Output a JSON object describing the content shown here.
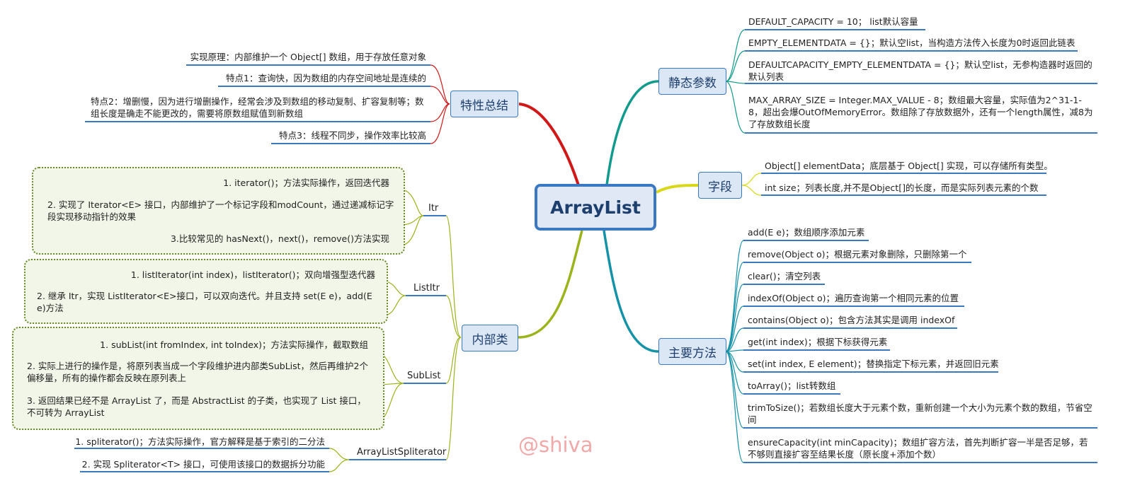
{
  "root": "ArrayList",
  "watermark": "@shiva",
  "branches": {
    "static_params": "静态参数",
    "fields": "字段",
    "main_methods": "主要方法",
    "features": "特性总结",
    "inner_classes": "内部类"
  },
  "static_params": [
    "DEFAULT_CAPACITY = 10； list默认容量",
    "EMPTY_ELEMENTDATA = {}；默认空list，当构造方法传入长度为0时返回此链表",
    "DEFAULTCAPACITY_EMPTY_ELEMENTDATA = {}；默认空list，无参构造器时返回的默认列表",
    "MAX_ARRAY_SIZE = Integer.MAX_VALUE - 8；数组最大容量，实际值为2^31-1-8，超出会爆OutOfMemoryError。数组除了存放数据外，还有一个length属性，减8为了存放数组长度"
  ],
  "fields": [
    "Object[] elementData；底层基于 Object[] 实现，可以存储所有类型。",
    "int size；列表长度,并不是Object[]的长度，而是实际列表元素的个数"
  ],
  "main_methods": [
    "add(E e)；数组顺序添加元素",
    "remove(Object o)；根据元素对象删除，只删除第一个",
    "clear()；清空列表",
    "indexOf(Object o)；遍历查询第一个相同元素的位置",
    "contains(Object o)；包含方法其实是调用 indexOf",
    "get(int index)；根据下标获得元素",
    "set(int index, E element)；替换指定下标元素，并返回旧元素",
    "toArray()；list转数组",
    "trimToSize()；若数组长度大于元素个数，重新创建一个大小为元素个数的数组，节省空间",
    "ensureCapacity(int minCapacity)；数组扩容方法，首先判断扩容一半是否足够，若不够则直接扩容至结果长度（原长度+添加个数）"
  ],
  "features": [
    "实现原理：内部维护一个 Object[] 数组，用于存放任意对象",
    "特点1：查询快，因为数组的内存空间地址是连续的",
    "特点2：增删慢，因为进行增删操作，经常会涉及到数组的移动复制、扩容复制等；数组长度是确走不能更改的，需要将原数组赋值到新数组",
    "特点3：线程不同步，操作效率比较高"
  ],
  "inner_classes": {
    "itr": {
      "label": "Itr",
      "items": [
        "1. iterator()；方法实际操作，返回迭代器",
        "2. 实现了 Iterator<E> 接口，内部维护了一个标记字段和modCount，通过递减标记字段实现移动指针的效果",
        "3.比较常见的 hasNext()，next()，remove()方法实现"
      ]
    },
    "listitr": {
      "label": "ListItr",
      "items": [
        "1. listIterator(int index)，listIterator()；双向增强型迭代器",
        "2. 继承 Itr，实现 ListIterator<E>接口，可以双向迭代。并且支持 set(E e)，add(E e)方法"
      ]
    },
    "sublist": {
      "label": "SubList",
      "items": [
        "1. subList(int fromIndex, int toIndex)；方法实际操作，截取数组",
        "2. 实际上进行的操作是，将原列表当成一个字段维护进内部类SubList，然后再维护2个偏移量，所有的操作都会反映在原列表上",
        "3. 返回结果已经不是 ArrayList 了，而是 AbstractList 的子类，也实现了 List 接口，不可转为 ArrayList"
      ]
    },
    "spliterator": {
      "label": "ArrayListSpliterator",
      "items": [
        "1. spliterator()；方法实际操作，官方解释是基于索引的二分法",
        "2. 实现 Spliterator<T> 接口，可使用该接口的数据拆分功能"
      ]
    }
  },
  "colors": {
    "node_border": "#3b78c2",
    "features_line": "#d01818",
    "static_line": "#129a8c",
    "fields_line": "#d8d818",
    "methods_line": "#1592a8",
    "inner_line": "#9ab41c",
    "underline": "#3b78c2"
  }
}
